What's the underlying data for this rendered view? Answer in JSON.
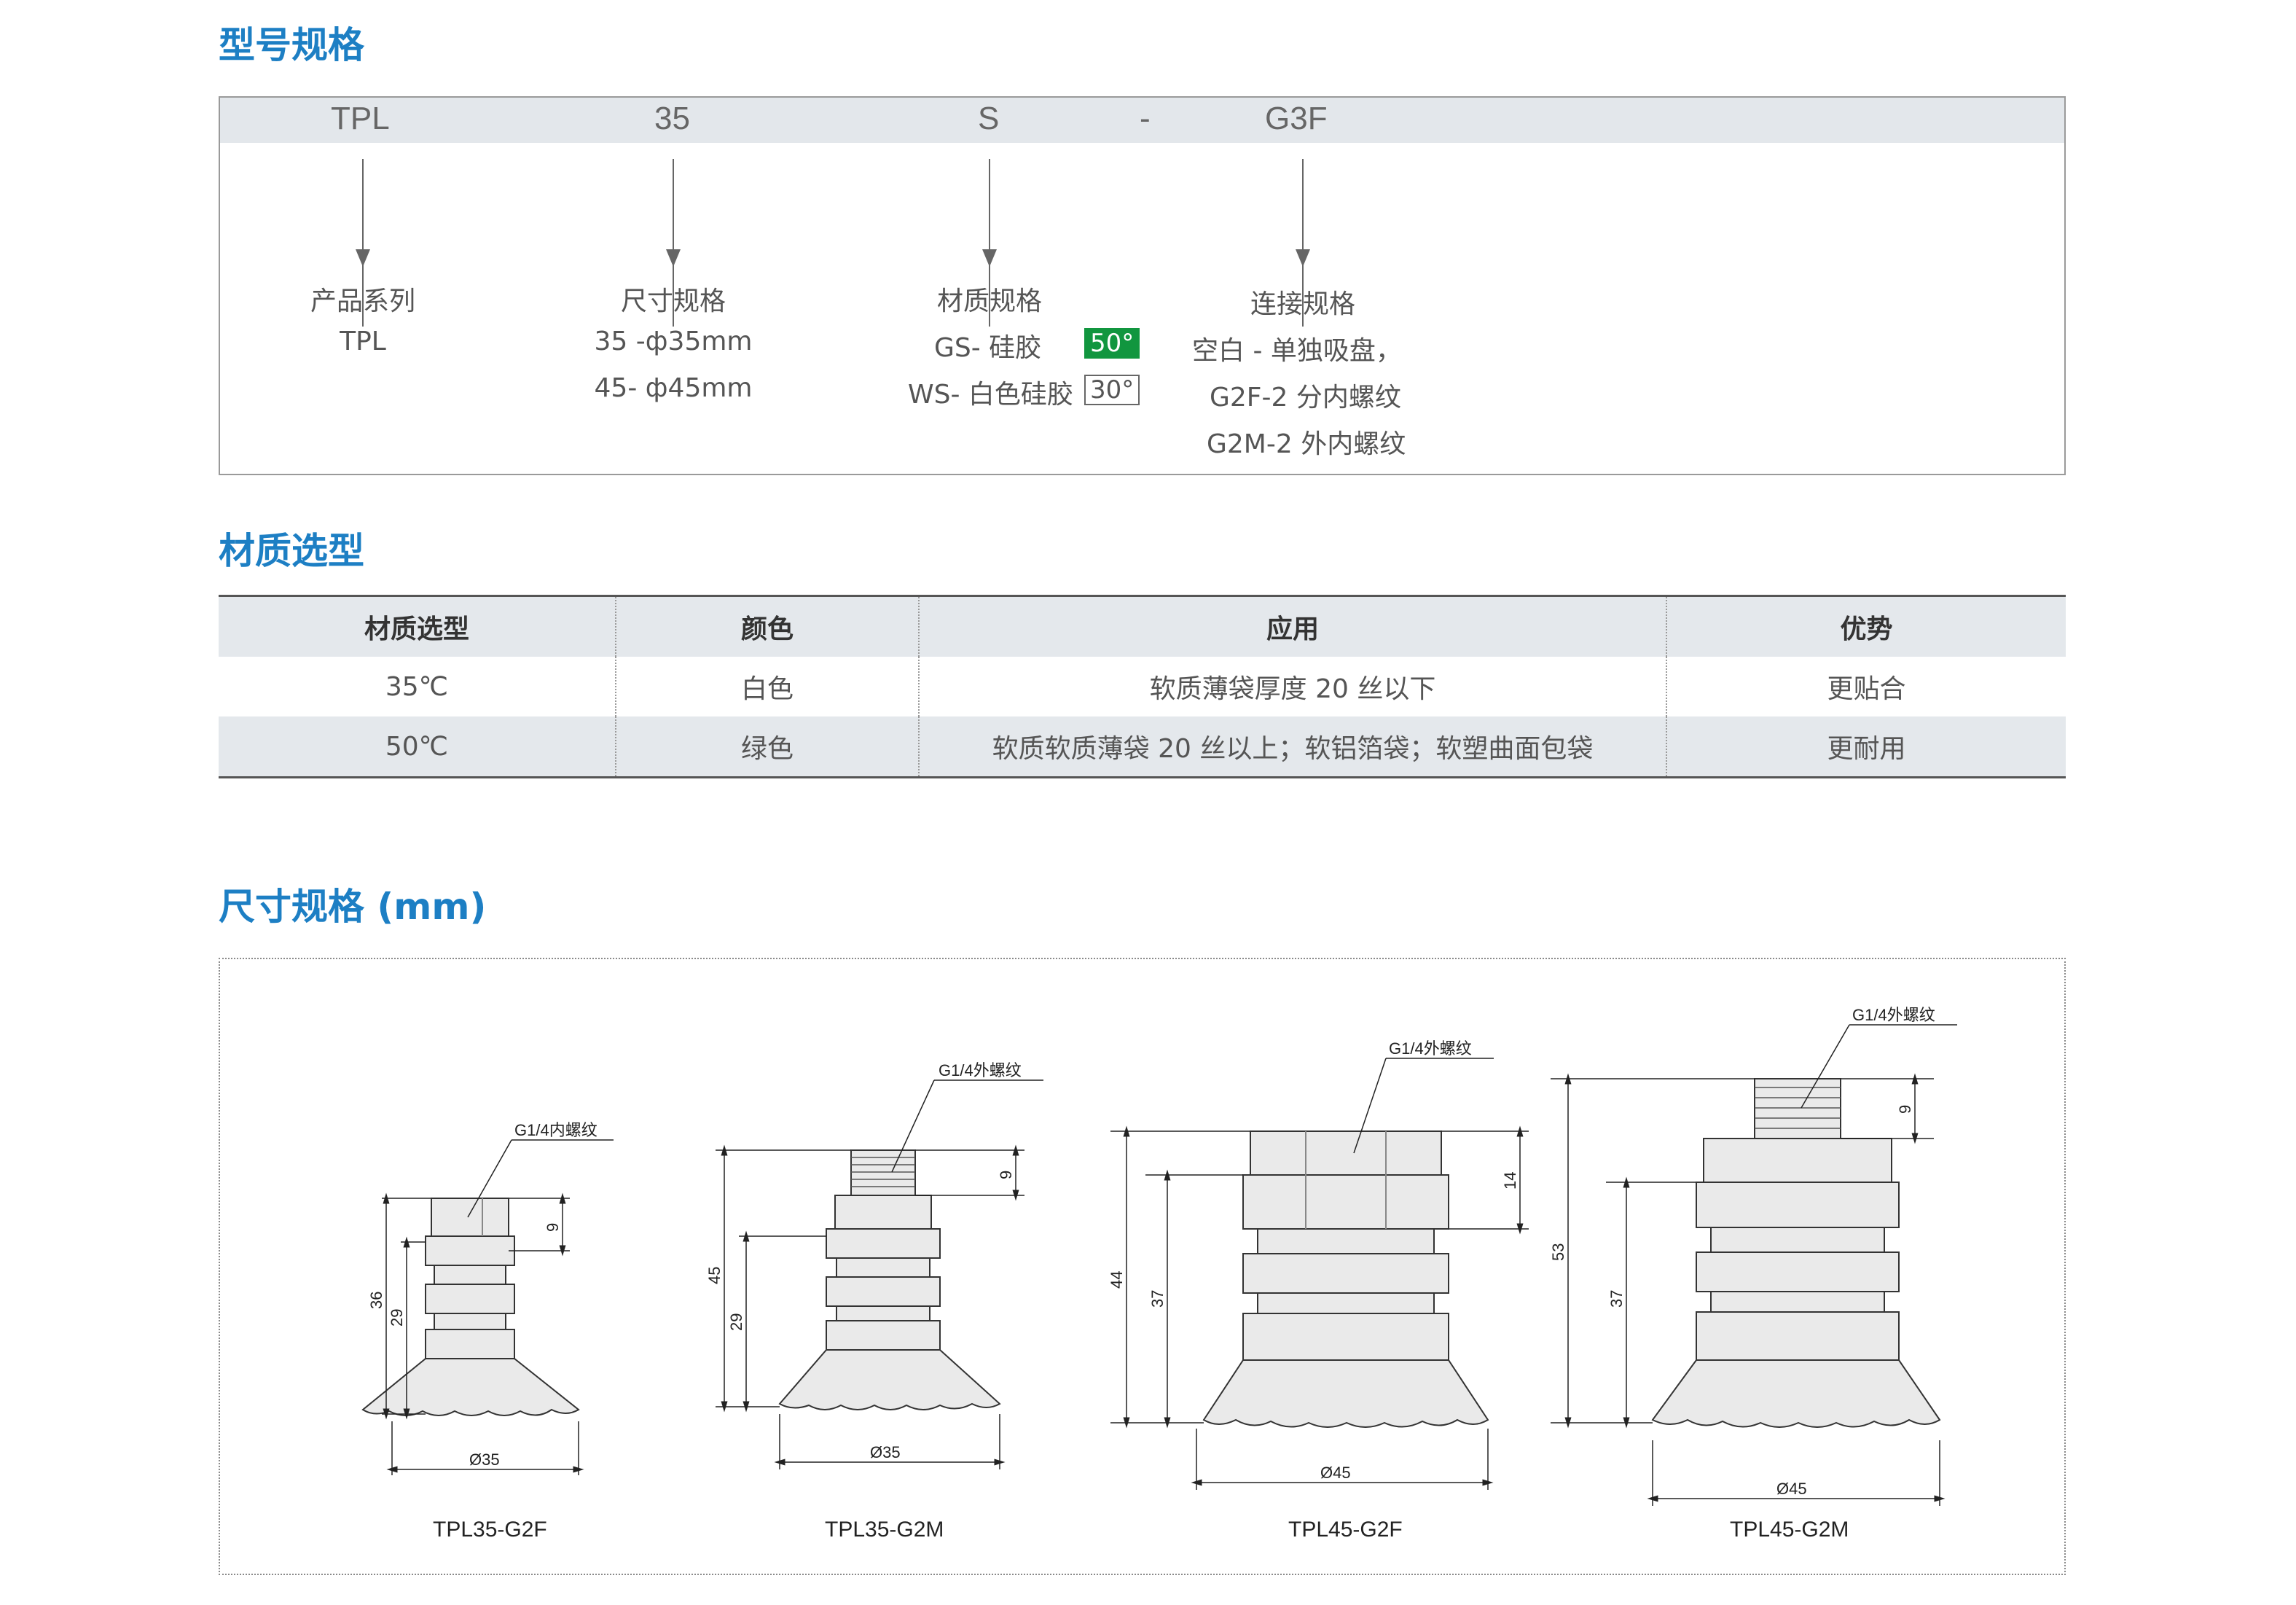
{
  "sections": {
    "model_title": "型号规格",
    "material_title": "材质选型",
    "dimension_title": "尺寸规格 (mm)"
  },
  "model": {
    "codes": [
      "TPL",
      "35",
      "S",
      "-",
      "G3F"
    ],
    "series": {
      "title": "产品系列",
      "lines": [
        "TPL"
      ]
    },
    "size": {
      "title": "尺寸规格",
      "lines": [
        "35 -ф35mm",
        "45- ф45mm"
      ]
    },
    "material": {
      "title": "材质规格",
      "line1": "GS- 硅胶",
      "badge1": "50°",
      "line2": "WS- 白色硅胶",
      "badge2": "30°"
    },
    "connection": {
      "title": "连接规格",
      "lines": [
        "空白  - 单独吸盘，",
        "G2F-2 分内螺纹",
        "G2M-2 外内螺纹"
      ]
    }
  },
  "material_table": {
    "headers": [
      "材质选型",
      "颜色",
      "应用",
      "优势"
    ],
    "rows": [
      [
        "35℃",
        "白色",
        "软质薄袋厚度 20 丝以下",
        "更贴合"
      ],
      [
        "50℃",
        "绿色",
        "软质软质薄袋 20 丝以上；软铝箔袋；软塑曲面包袋",
        "更耐用"
      ]
    ]
  },
  "drawings": [
    {
      "caption": "TPL35-G2F",
      "thread": "G1/4内螺纹",
      "dims": {
        "total": "36",
        "body": "29",
        "thread": "9",
        "dia": "Ø35"
      }
    },
    {
      "caption": "TPL35-G2M",
      "thread": "G1/4外螺纹",
      "dims": {
        "total": "45",
        "body": "29",
        "thread": "9",
        "dia": "Ø35"
      }
    },
    {
      "caption": "TPL45-G2F",
      "thread": "G1/4外螺纹",
      "dims": {
        "total": "44",
        "body": "37",
        "thread": "14",
        "dia": "Ø45"
      }
    },
    {
      "caption": "TPL45-G2M",
      "thread": "G1/4外螺纹",
      "dims": {
        "total": "53",
        "body": "37",
        "thread": "9",
        "dia": "Ø45"
      }
    }
  ],
  "colors": {
    "accent": "#1d7fc4",
    "badge_green": "#11963f",
    "band": "#e3e7eb"
  }
}
